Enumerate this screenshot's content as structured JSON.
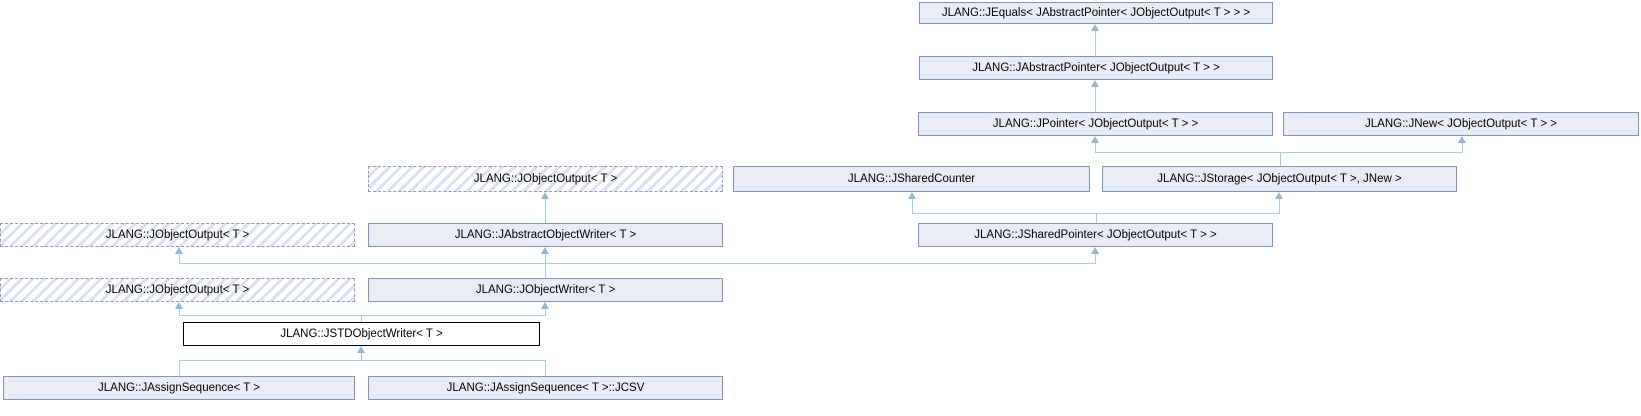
{
  "diagram": {
    "type": "class-inheritance-diagram",
    "colors": {
      "node_fill": "#e8ecf5",
      "node_border": "#8593b8",
      "hatch_stripe": "#dbe1f0",
      "dashed_border": "#8c9ac6",
      "main_node_fill": "#ffffff",
      "main_node_border": "#000000",
      "edge_line": "#a8cee2",
      "arrowhead": "#94b6d4",
      "background": "#ffffff"
    },
    "nodes": {
      "jequals": {
        "label": "JLANG::JEquals< JAbstractPointer< JObjectOutput< T > > >",
        "style": "solid"
      },
      "jabstract_pointer": {
        "label": "JLANG::JAbstractPointer< JObjectOutput< T > >",
        "style": "solid"
      },
      "jpointer": {
        "label": "JLANG::JPointer< JObjectOutput< T > >",
        "style": "solid"
      },
      "jnew": {
        "label": "JLANG::JNew< JObjectOutput< T > >",
        "style": "solid"
      },
      "jobject_output_dup1": {
        "label": "JLANG::JObjectOutput< T >",
        "style": "hatched"
      },
      "jshared_counter": {
        "label": "JLANG::JSharedCounter",
        "style": "solid"
      },
      "jstorage": {
        "label": "JLANG::JStorage< JObjectOutput< T >, JNew >",
        "style": "solid"
      },
      "jobject_output_dup2": {
        "label": "JLANG::JObjectOutput< T >",
        "style": "hatched"
      },
      "jabstract_object_writer": {
        "label": "JLANG::JAbstractObjectWriter< T >",
        "style": "solid"
      },
      "jshared_pointer": {
        "label": "JLANG::JSharedPointer< JObjectOutput< T > >",
        "style": "solid"
      },
      "jobject_output_dup3": {
        "label": "JLANG::JObjectOutput< T >",
        "style": "hatched"
      },
      "jobject_writer": {
        "label": "JLANG::JObjectWriter< T >",
        "style": "solid"
      },
      "jstd_object_writer": {
        "label": "JLANG::JSTDObjectWriter< T >",
        "style": "main"
      },
      "jassign_sequence": {
        "label": "JLANG::JAssignSequence< T >",
        "style": "solid"
      },
      "jassign_sequence_jcsv": {
        "label": "JLANG::JAssignSequence< T >::JCSV",
        "style": "solid"
      }
    },
    "edges": [
      {
        "from": "jabstract_pointer",
        "to": "jequals"
      },
      {
        "from": "jpointer",
        "to": "jabstract_pointer"
      },
      {
        "from": "jstorage",
        "to": "jpointer"
      },
      {
        "from": "jstorage",
        "to": "jnew"
      },
      {
        "from": "jshared_pointer",
        "to": "jshared_counter"
      },
      {
        "from": "jshared_pointer",
        "to": "jstorage"
      },
      {
        "from": "jabstract_object_writer",
        "to": "jobject_output_dup1"
      },
      {
        "from": "jobject_writer",
        "to": "jobject_output_dup2"
      },
      {
        "from": "jobject_writer",
        "to": "jabstract_object_writer"
      },
      {
        "from": "jobject_writer",
        "to": "jshared_pointer"
      },
      {
        "from": "jstd_object_writer",
        "to": "jobject_output_dup3"
      },
      {
        "from": "jstd_object_writer",
        "to": "jobject_writer"
      },
      {
        "from": "jassign_sequence",
        "to": "jstd_object_writer"
      },
      {
        "from": "jassign_sequence_jcsv",
        "to": "jstd_object_writer"
      }
    ]
  }
}
